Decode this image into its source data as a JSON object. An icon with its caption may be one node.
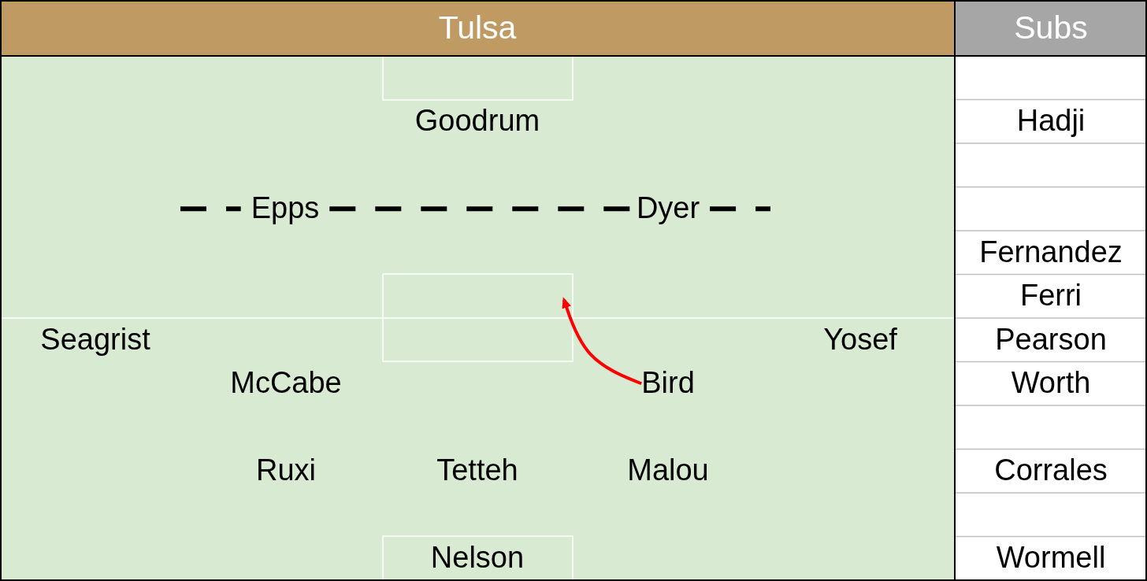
{
  "diagram": {
    "nodes": [
      {
        "text": [
          "Tulsa"
        ]
      },
      {
        "text": [
          "Subs"
        ]
      },
      {
        "text": [
          "Epps"
        ]
      },
      {
        "text": [
          "Dyer"
        ]
      },
      {
        "text": [
          "Bird"
        ]
      }
    ],
    "edges": [
      {
        "from": 2,
        "to": 3,
        "arrow": "none",
        "style": "dashed"
      },
      {
        "from": 4,
        "to": null,
        "arrow": "to",
        "color": "#ff0000"
      }
    ],
    "labels": [
      "Goodrum",
      "Seagrist",
      "Yosef",
      "McCabe",
      "Ruxi",
      "Tetteh",
      "Malou",
      "Nelson",
      "Hadji",
      "Fernandez",
      "Ferri",
      "Pearson",
      "Worth",
      "Corrales",
      "Wormell"
    ]
  }
}
